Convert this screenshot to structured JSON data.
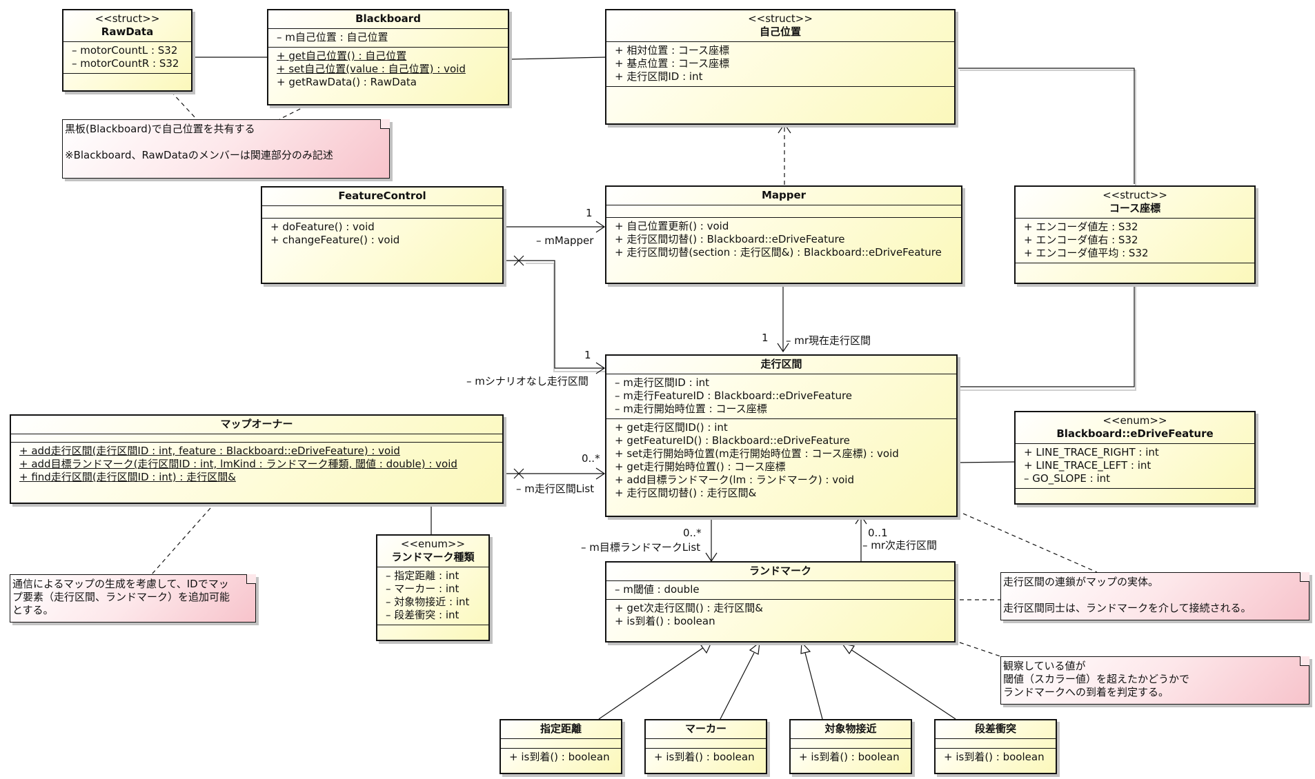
{
  "classes": {
    "rawdata": {
      "stereotype": "<<struct>>",
      "name": "RawData",
      "attributes": [
        "– motorCountL : S32",
        "– motorCountR : S32"
      ]
    },
    "blackboard": {
      "name": "Blackboard",
      "attributes": [
        "– m自己位置 : 自己位置"
      ],
      "operations": [
        "+ get自己位置() : 自己位置",
        "+ set自己位置(value : 自己位置) : void",
        "+ getRawData() : RawData"
      ]
    },
    "selfpos": {
      "stereotype": "<<struct>>",
      "name": "自己位置",
      "attributes": [
        "+ 相対位置 : コース座標",
        "+ 基点位置 : コース座標",
        "+ 走行区間ID : int"
      ]
    },
    "featurecontrol": {
      "name": "FeatureControl",
      "operations": [
        "+ doFeature() : void",
        "+ changeFeature() : void"
      ]
    },
    "mapper": {
      "name": "Mapper",
      "operations": [
        "+ 自己位置更新() : void",
        "+ 走行区間切替() : Blackboard::eDriveFeature",
        "+ 走行区間切替(section : 走行区間&) : Blackboard::eDriveFeature"
      ]
    },
    "coursecoord": {
      "stereotype": "<<struct>>",
      "name": "コース座標",
      "attributes": [
        "+ エンコーダ値左 : S32",
        "+ エンコーダ値右 : S32",
        "+ エンコーダ値平均 : S32"
      ]
    },
    "section": {
      "name": "走行区間",
      "attributes": [
        "– m走行区間ID : int",
        "– m走行FeatureID : Blackboard::eDriveFeature",
        "– m走行開始時位置 : コース座標"
      ],
      "operations": [
        "+ get走行区間ID() : int",
        "+ getFeatureID() : Blackboard::eDriveFeature",
        "+ set走行開始時位置(m走行開始時位置 : コース座標) : void",
        "+ get走行開始時位置() : コース座標",
        "+ add目標ランドマーク(lm : ランドマーク) : void",
        "+ 走行区間切替() : 走行区間&"
      ]
    },
    "mapowner": {
      "name": "マップオーナー",
      "operations": [
        "+ add走行区間(走行区間ID : int, feature : Blackboard::eDriveFeature) : void",
        "+ add目標ランドマーク(走行区間ID : int, lmKind : ランドマーク種類, 閾値 : double) : void",
        "+ find走行区間(走行区間ID : int) : 走行区間&"
      ]
    },
    "drivefeature": {
      "stereotype": "<<enum>>",
      "name": "Blackboard::eDriveFeature",
      "attributes": [
        "+ LINE_TRACE_RIGHT : int",
        "+ LINE_TRACE_LEFT : int",
        "– GO_SLOPE : int"
      ]
    },
    "lmkind": {
      "stereotype": "<<enum>>",
      "name": "ランドマーク種類",
      "attributes": [
        "– 指定距離 : int",
        "– マーカー : int",
        "– 対象物接近 : int",
        "– 段差衝突 : int"
      ]
    },
    "landmark": {
      "name": "ランドマーク",
      "attributes": [
        "– m閾値 : double"
      ],
      "operations": [
        "+ get次走行区間() : 走行区間&",
        "+ is到着() : boolean"
      ]
    },
    "distance": {
      "name": "指定距離",
      "operations": [
        "+ is到着() : boolean"
      ]
    },
    "marker": {
      "name": "マーカー",
      "operations": [
        "+ is到着() : boolean"
      ]
    },
    "approach": {
      "name": "対象物接近",
      "operations": [
        "+ is到着() : boolean"
      ]
    },
    "step": {
      "name": "段差衝突",
      "operations": [
        "+ is到着() : boolean"
      ]
    }
  },
  "notes": {
    "blackboard_note": [
      "黒板(Blackboard)で自己位置を共有する",
      "",
      "※Blackboard、RawDataのメンバーは関連部分のみ記述"
    ],
    "map_note": [
      "通信によるマップの生成を考慮して、IDでマッ",
      "プ要素（走行区間、ランドマーク）を追加可能",
      "とする。"
    ],
    "chain_note": [
      "走行区間の連鎖がマップの実体。",
      "",
      "走行区間同士は、ランドマークを介して接続される。"
    ],
    "threshold_note": [
      "観察している値が",
      "閾値（スカラー値）を超えたかどうかで",
      "ランドマークへの到着を判定する。"
    ]
  },
  "labels": {
    "fc_mapper_mult": "1",
    "fc_mapper_role": "– mMapper",
    "mapper_section_mult": "1",
    "mapper_section_role": "– mr現在走行区間",
    "fc_section_mult": "1",
    "fc_section_role": "– mシナリオなし走行区間",
    "mo_section_mult": "0..*",
    "mo_section_role": "– m走行区間List",
    "section_lm_mult": "0..*",
    "section_lm_role": "– m目標ランドマークList",
    "lm_section_mult": "0..1",
    "lm_section_role": "– mr次走行区間"
  }
}
